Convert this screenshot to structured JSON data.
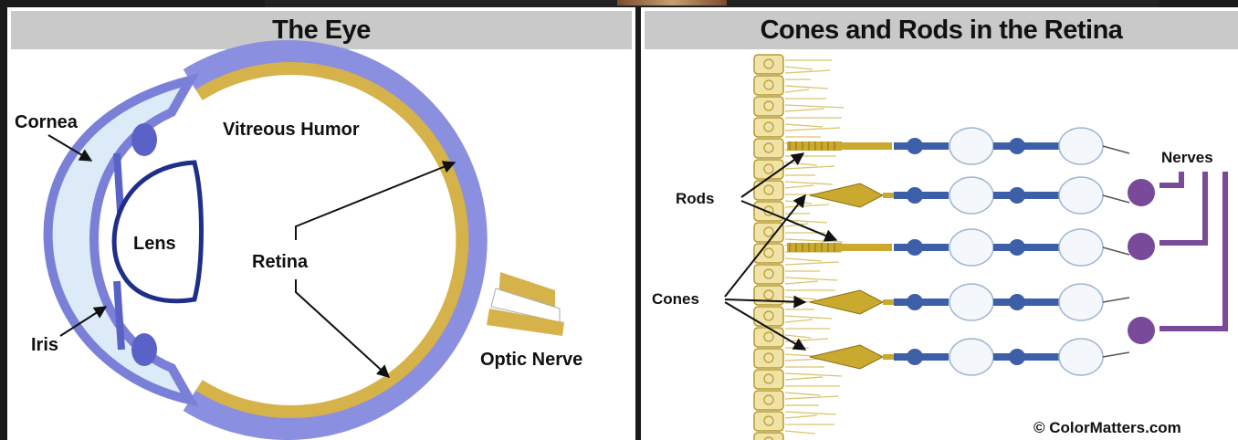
{
  "left_panel": {
    "title": "The Eye",
    "labels": {
      "cornea": "Cornea",
      "iris": "Iris",
      "lens": "Lens",
      "vitreous_humor": "Vitreous Humor",
      "retina": "Retina",
      "optic_nerve": "Optic Nerve"
    }
  },
  "right_panel": {
    "title": "Cones and Rods in the Retina",
    "labels": {
      "rods": "Rods",
      "cones": "Cones",
      "nerves": "Nerves"
    },
    "credit": "© ColorMatters.com"
  },
  "colors": {
    "sclera_blue": "#8a8fe0",
    "retina_gold": "#d6b24a",
    "lens_blue": "#1e2f8a",
    "cornea_fill": "#dcebf7",
    "cone_gold": "#c9a92e",
    "bipolar_blue": "#3d5fa8",
    "ganglion_purple": "#7a4a9a",
    "header_gray": "#c9c9c9"
  }
}
